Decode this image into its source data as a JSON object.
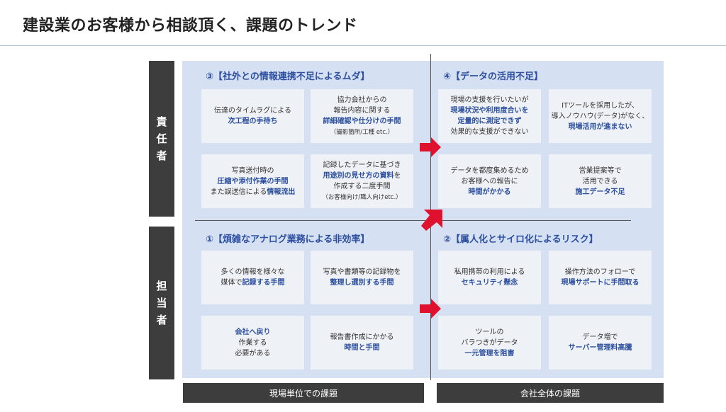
{
  "title": "建設業のお客様から相談頂く、課題のトレンド",
  "roles": {
    "top": "責任者",
    "bottom": "担当者"
  },
  "quadrants": {
    "q3": {
      "heading": "③【社外との情報連携不足によるムダ】",
      "cards": [
        {
          "lines": [
            {
              "t": "伝達のタイムラグによる"
            },
            {
              "t": "次工程の手待ち",
              "b": true
            }
          ]
        },
        {
          "lines": [
            {
              "t": "協力会社からの"
            },
            {
              "t": "報告内容に関する"
            },
            {
              "t": "詳細確認や仕分けの手間",
              "b": true
            },
            {
              "t": "（撮影箇所/工種 etc.）",
              "s": true
            }
          ]
        },
        {
          "lines": [
            {
              "t": "写真送付時の"
            },
            {
              "t": "圧縮や添付作業の手間",
              "b": true
            },
            {
              "t": "また誤送信による"
            },
            {
              "t": "情報流出",
              "b": true
            }
          ]
        },
        {
          "lines": [
            {
              "t": "記録したデータに基づき"
            },
            {
              "t": "用途別の見せ方の資料",
              "b": true
            },
            {
              "t": "を"
            },
            {
              "t": "作成する二度手間"
            },
            {
              "t": "（お客様向け/職人向けetc.）",
              "s": true
            }
          ]
        }
      ]
    },
    "q4": {
      "heading": "④【データの活用不足】",
      "cards": [
        {
          "lines": [
            {
              "t": "現場の支援を行いたいが"
            },
            {
              "t": "現場状況や利用度合いを",
              "b": true
            },
            {
              "t": "定量的に測定できず",
              "b": true
            },
            {
              "t": "効果的な支援ができない"
            }
          ]
        },
        {
          "lines": [
            {
              "t": "ITツールを採用したが、"
            },
            {
              "t": "導入ノウハウ(データ)がなく、"
            },
            {
              "t": "現場活用が進まない",
              "b": true
            }
          ]
        },
        {
          "lines": [
            {
              "t": "データを都度集めるため"
            },
            {
              "t": "お客様への報告に"
            },
            {
              "t": "時間がかかる",
              "b": true
            }
          ]
        },
        {
          "lines": [
            {
              "t": "営業提案等で"
            },
            {
              "t": "活用できる"
            },
            {
              "t": "施工データ不足",
              "b": true
            }
          ]
        }
      ]
    },
    "q1": {
      "heading": "①【煩雑なアナログ業務による非効率】",
      "cards": [
        {
          "lines": [
            {
              "t": "多くの情報を様々な"
            },
            {
              "t": "媒体で"
            },
            {
              "t": "記録する手間",
              "b": true
            }
          ]
        },
        {
          "lines": [
            {
              "t": "写真や書類等の記録物を"
            },
            {
              "t": "整理し選別する手間",
              "b": true
            }
          ]
        },
        {
          "lines": [
            {
              "t": "会社へ戻り",
              "b": true
            },
            {
              "t": "作業する"
            },
            {
              "t": "必要がある"
            }
          ]
        },
        {
          "lines": [
            {
              "t": "報告書作成にかかる"
            },
            {
              "t": "時間と手間",
              "b": true
            }
          ]
        }
      ]
    },
    "q2": {
      "heading": "②【属人化とサイロ化によるリスク】",
      "cards": [
        {
          "lines": [
            {
              "t": "私用携帯の利用による"
            },
            {
              "t": "セキュリティ懸念",
              "b": true
            }
          ]
        },
        {
          "lines": [
            {
              "t": "操作方法のフォローで"
            },
            {
              "t": "現場サポートに手間取る",
              "b": true
            }
          ]
        },
        {
          "lines": [
            {
              "t": "ツールの"
            },
            {
              "t": "バラつきがデータ"
            },
            {
              "t": "一元管理を阻害",
              "b": true
            }
          ]
        },
        {
          "lines": [
            {
              "t": "データ増で"
            },
            {
              "t": "サーバー管理料高騰",
              "b": true
            }
          ]
        }
      ]
    }
  },
  "footer": {
    "left": "現場単位での課題",
    "right": "会社全体の課題"
  },
  "colors": {
    "accent": "#2c4fa0",
    "arrow": "#e0102f",
    "panel": "#d6e0f3",
    "card": "#eef1f5",
    "dark": "#3d3d3d"
  }
}
